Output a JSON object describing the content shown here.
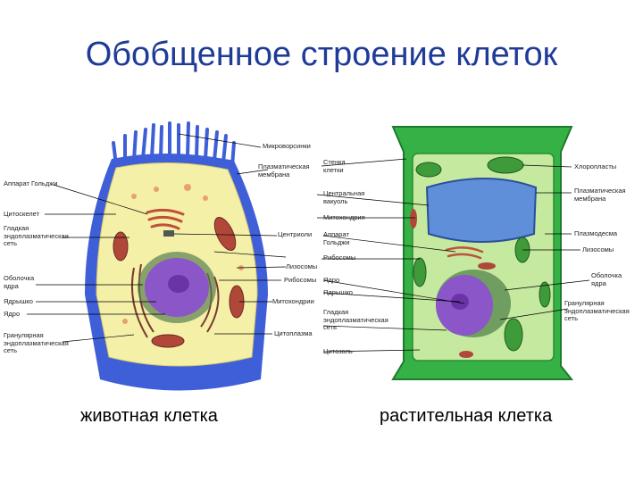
{
  "title": "Обобщенное строение клеток",
  "captions": {
    "animal": "животная клетка",
    "plant": "растительная клетка"
  },
  "labels": {
    "left": {
      "golgi": "Аппарат Гольджи",
      "cytoskeleton": "Цитоскелет",
      "smooth_er": "Гладкая\nэндоплазматическая\nсеть",
      "nuclear_envelope": "Оболочка\nядра",
      "nucleolus": "Ядрышко",
      "nucleus": "Ядро",
      "rough_er": "Гранулярная\nэндоплазматическая\nсеть"
    },
    "middle": {
      "microvilli": "Микроворсинки",
      "plasma_membrane": "Плазматическая\nмембрана",
      "cell_wall": "Стенка\nклетки",
      "central_vacuole": "Центральная\nвакуоль",
      "mitochondrion": "Митохондрия",
      "centrioles": "Центриоли",
      "golgi": "Аппарат\nГольджи",
      "ribosomes": "Рибосомы",
      "lysosomes": "Лизосомы",
      "ribosomes2": "Рибосомы",
      "nucleus": "Ядро",
      "nucleolus": "Ядрышко",
      "mitochondria": "Митохондрии",
      "smooth_er": "Гладкая\nэндоплазматическая\nсеть",
      "cytoplasm": "Цитоплазма",
      "cytosol": "Цитозоль"
    },
    "right": {
      "chloroplasts": "Хлоропласты",
      "plasma_membrane": "Плазматическая\nмембрана",
      "plasmodesmata": "Плазмодесма",
      "lysosomes": "Лизосомы",
      "nuclear_envelope": "Оболочка\nядра",
      "rough_er": "Гранулярная\nэндоплазматическая\nсеть"
    }
  },
  "colors": {
    "title": "#1f3b97",
    "animal_membrane": "#3f5fd8",
    "animal_cytoplasm": "#f4f0a8",
    "nucleus": "#8a56c8",
    "plant_wall": "#35b146",
    "plant_cytoplasm": "#c6e9a0",
    "vacuole": "#5f8fd8",
    "organelle": "#b0483a"
  }
}
